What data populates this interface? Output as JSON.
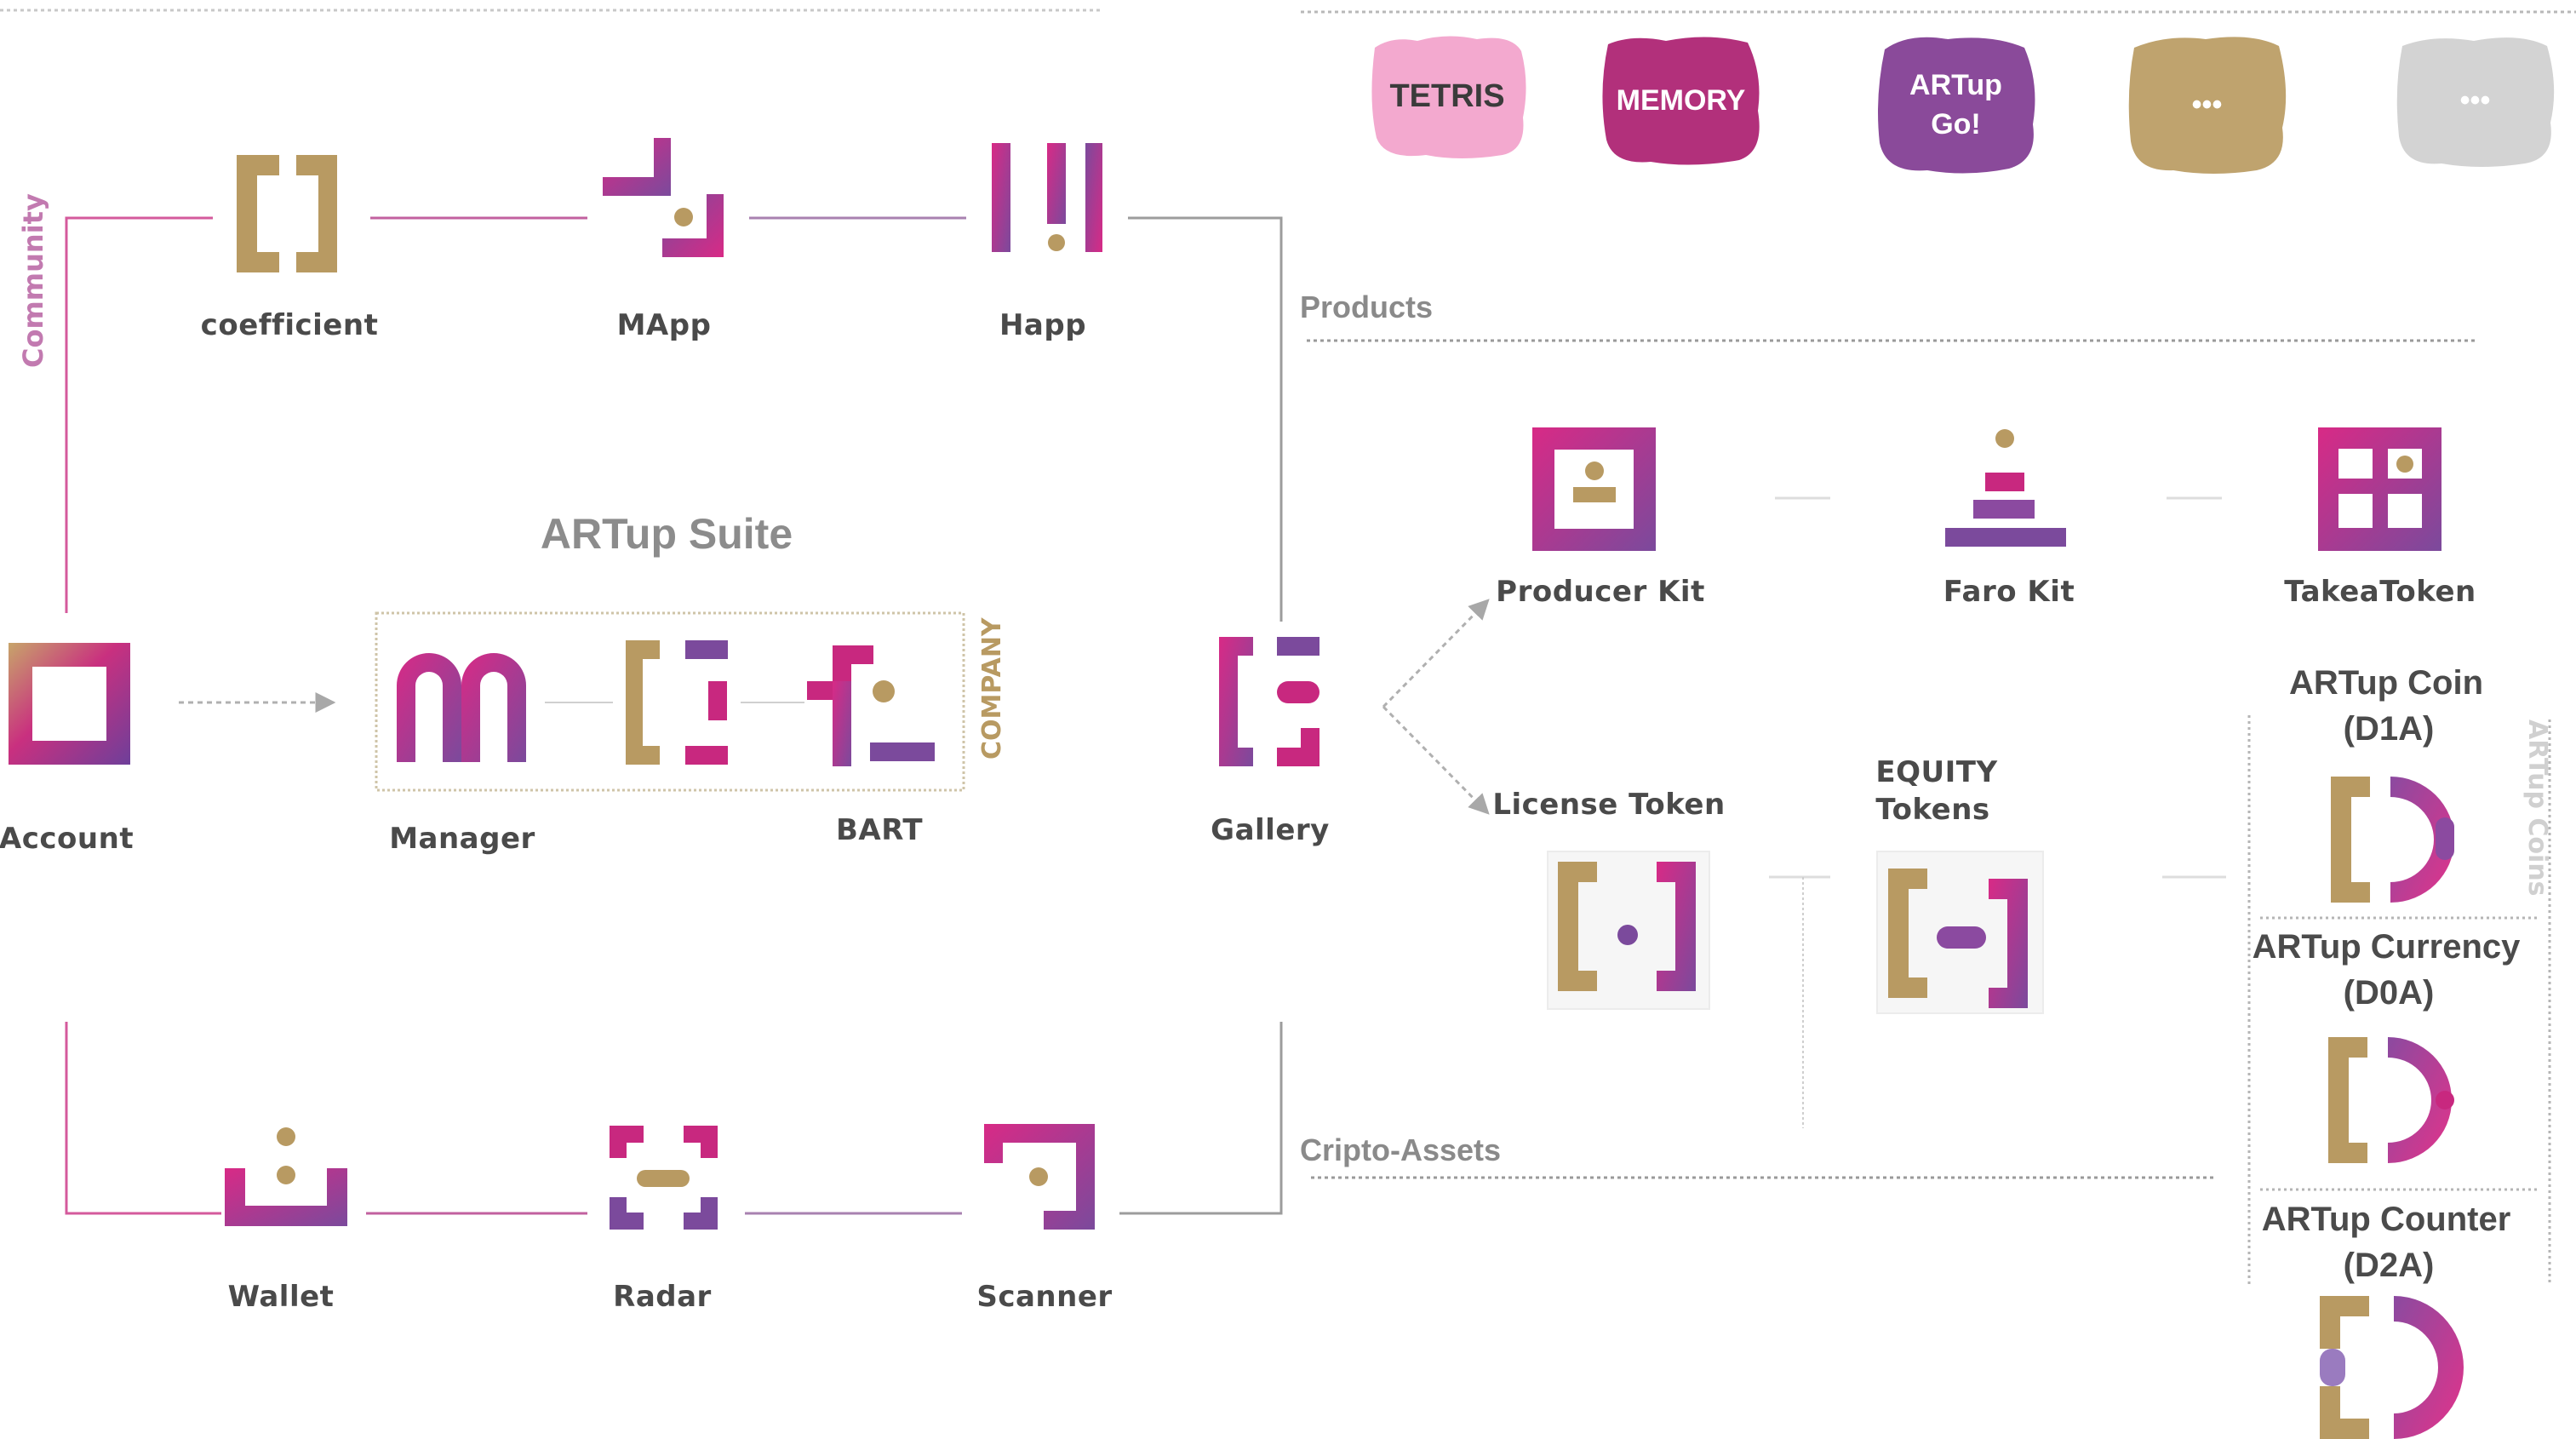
{
  "title": "ARTup Suite",
  "games": [
    {
      "label": "TETRIS",
      "color": "#f3a9cf",
      "text_color": "#3b3b3b"
    },
    {
      "label": "MEMORY",
      "color": "#b2307b",
      "text_color": "#ffffff"
    },
    {
      "label": "ARTup\nGo!",
      "color": "#8a4a9a",
      "text_color": "#ffffff"
    },
    {
      "label": "•••",
      "color": "#bfa36e",
      "text_color": "#ffffff"
    },
    {
      "label": "•••",
      "color": "#d3d3d3",
      "text_color": "#ffffff"
    }
  ],
  "sections": {
    "products": "Products",
    "cripto_assets": "Cripto-Assets",
    "community": "Community",
    "company": "COMPANY",
    "artup_coins": "ARTup Coins"
  },
  "community_row": {
    "coefficient": "coefficient",
    "mapp": "MApp",
    "happ": "Happ"
  },
  "company_row": {
    "account": "Account",
    "manager": "Manager",
    "bart": "BART",
    "gallery": "Gallery"
  },
  "bottom_row": {
    "wallet": "Wallet",
    "radar": "Radar",
    "scanner": "Scanner"
  },
  "products": {
    "producer_kit": "Producer Kit",
    "faro_kit": "Faro Kit",
    "takea_token": "TakeaToken"
  },
  "tokens": {
    "license_token": "License Token",
    "equity_tokens": "EQUITY\nTokens"
  },
  "coins": [
    {
      "name": "ARTup Coin",
      "code": "(D1A)"
    },
    {
      "name": "ARTup Currency",
      "code": "(D0A)"
    },
    {
      "name": "ARTup Counter",
      "code": "(D2A)"
    }
  ],
  "colors": {
    "gold": "#b89a62",
    "magenta": "#c8287f",
    "purple": "#7b4a9c",
    "pink_line": "#d45a9c",
    "grey_line": "#9a9a9a"
  }
}
